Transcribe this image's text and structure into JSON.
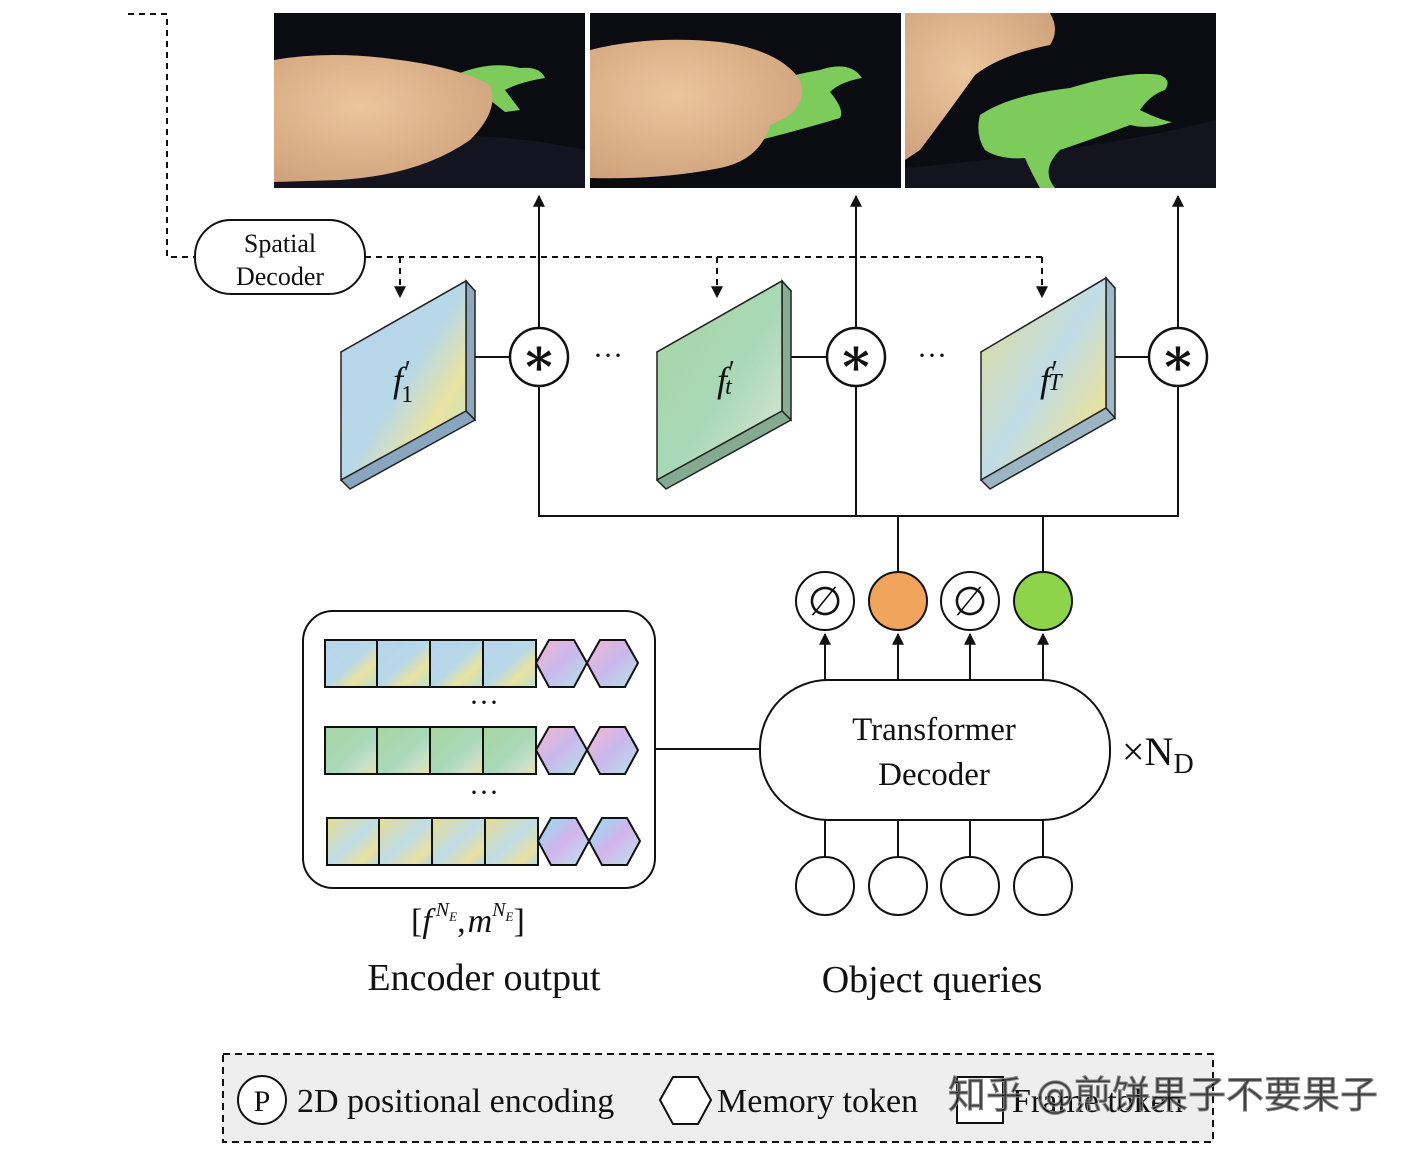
{
  "spatial_decoder": {
    "line1": "Spatial",
    "line2": "Decoder"
  },
  "features": [
    {
      "base": "f",
      "prime": "′",
      "sub": "1"
    },
    {
      "base": "f",
      "prime": "′",
      "sub": "t"
    },
    {
      "base": "f",
      "prime": "′",
      "sub": "T"
    }
  ],
  "conv_symbol": "∗",
  "ellipsis": "···",
  "vertical_ellipsis": "···",
  "null_symbol": "∅",
  "transformer": {
    "line1": "Transformer",
    "line2": "Decoder",
    "repeat_label": "×N",
    "repeat_sub": "D"
  },
  "encoder": {
    "formula": {
      "open": "[",
      "f": "f",
      "sup": "N",
      "sup_sub": "E",
      "comma": ",",
      "m": "m",
      "close": "]"
    },
    "caption": "Encoder output"
  },
  "queries_caption": "Object queries",
  "legend": {
    "positional_symbol": "P",
    "positional_label": "2D positional encoding",
    "memory_label": "Memory token",
    "frame_label": "Frame token"
  },
  "watermark": "知乎 @煎饼果子不要果子",
  "colors": {
    "orange_output": "#F0A45C",
    "green_output": "#8ED44A",
    "lizard_mask": "#7DCB5A",
    "hand": "#E3B88F",
    "legend_bg": "#EEEEEE"
  },
  "icons": {
    "video_frames": "video-frame-image",
    "memory": "hexagon-icon",
    "frame": "square-icon",
    "positional": "circle-p-icon"
  }
}
